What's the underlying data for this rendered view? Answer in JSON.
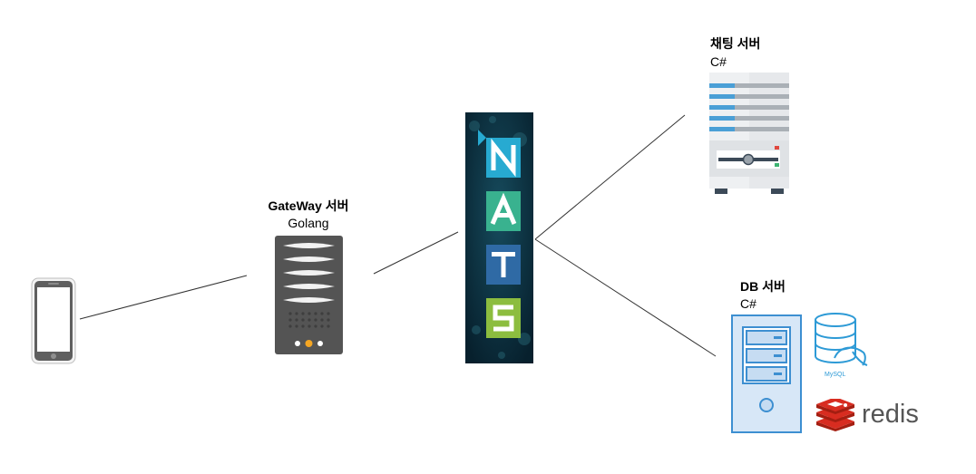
{
  "gateway": {
    "title": "GateWay 서버",
    "subtitle": "Golang"
  },
  "chat_server": {
    "title": "채팅 서버",
    "subtitle": "C#"
  },
  "db_server": {
    "title": "DB 서버",
    "subtitle": "C#",
    "mysql_label": "MySQL",
    "redis_label": "redis"
  },
  "nats": {
    "letters": [
      "N",
      "A",
      "T",
      "S"
    ]
  },
  "colors": {
    "nats_bg": "#0c2d3d",
    "nats_n": "#27aad1",
    "nats_a": "#39b28f",
    "nats_t": "#2f6aa5",
    "nats_s": "#8cbd3f",
    "redis": "#d82c20",
    "mysql": "#2d9ad6",
    "db_server": "#3d8fd1"
  }
}
